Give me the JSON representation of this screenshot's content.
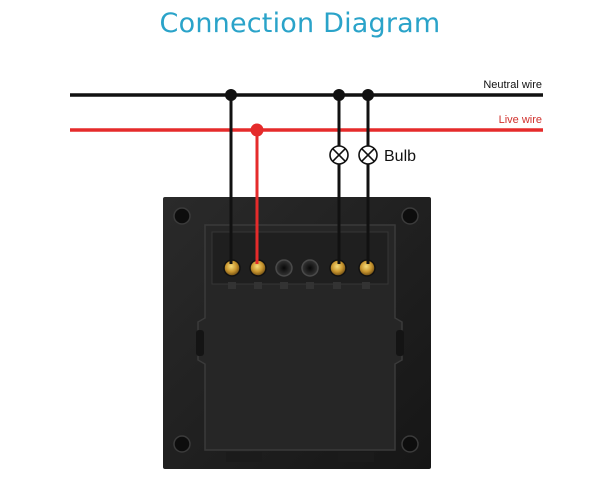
{
  "title": "Connection Diagram",
  "neutral_label": "Neutral wire",
  "live_label": "Live wire",
  "bulb_label": "Bulb",
  "colors": {
    "title": "#2aa3c9",
    "neutral": "#111111",
    "live": "#e52b2b",
    "live_label": "#d0312d",
    "plate": "#1c1c1c",
    "module": "#262626"
  }
}
